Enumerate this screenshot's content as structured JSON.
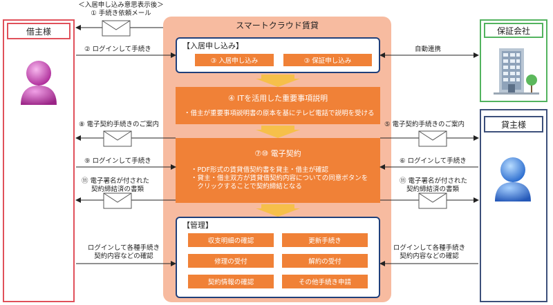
{
  "top_note": {
    "line1": "＜入居申し込み意思表示後＞",
    "line2": "① 手続き依頼メール"
  },
  "tenant": {
    "title": "借主様"
  },
  "guarantor": {
    "title": "保証会社"
  },
  "landlord": {
    "title": "貸主様"
  },
  "center": {
    "title": "スマートクラウド賃貸",
    "application": {
      "heading": "【入居申し込み】",
      "btn1": "③ 入居申し込み",
      "btn2": "③ 保証申し込み"
    },
    "explanation": {
      "title": "④ ITを活用した重要事項説明",
      "text": "・借主が重要事項説明書の原本を基にテレビ電話で説明を受ける"
    },
    "contract": {
      "title": "⑦⑩ 電子契約",
      "line1": "・PDF形式の賃貸借契約書を貸主・借主が確認",
      "line2": "・貸主・借主双方が賃貸借契約内容についての同意ボタンを",
      "line3": "　クリックすることで契約締結となる"
    },
    "management": {
      "heading": "【管理】",
      "items": [
        "収支明細の確認",
        "更新手続き",
        "修理の受付",
        "解約の受付",
        "契約情報の確認",
        "その他手続き申請"
      ]
    }
  },
  "left_labels": {
    "login": "② ログインして手続き",
    "guide": "⑧ 電子契約手続きのご案内",
    "login2": "⑨ ログインして手続き",
    "signed1": "⑪ 電子署名が付された",
    "signed2": "契約締結済の書類",
    "manage1": "ログインして各種手続き",
    "manage2": "契約内容などの確認"
  },
  "right_labels": {
    "link": "自動連携",
    "guide": "⑤ 電子契約手続きのご案内",
    "login": "⑥ ログインして手続き",
    "signed1": "⑪ 電子署名が付された",
    "signed2": "契約締結済の書類",
    "manage1": "ログインして各種手続き",
    "manage2": "契約内容などの確認"
  },
  "colors": {
    "tenant_border": "#e0505a",
    "guarantor_border": "#52b35e",
    "landlord_border": "#3c4f7a",
    "panel": "#f7bba0",
    "orange": "#f08137",
    "navy": "#1f3f7a"
  },
  "icons": [
    "tenant-person-icon",
    "building-icon",
    "landlord-person-icon",
    "envelope-icon",
    "down-arrow-icon"
  ]
}
